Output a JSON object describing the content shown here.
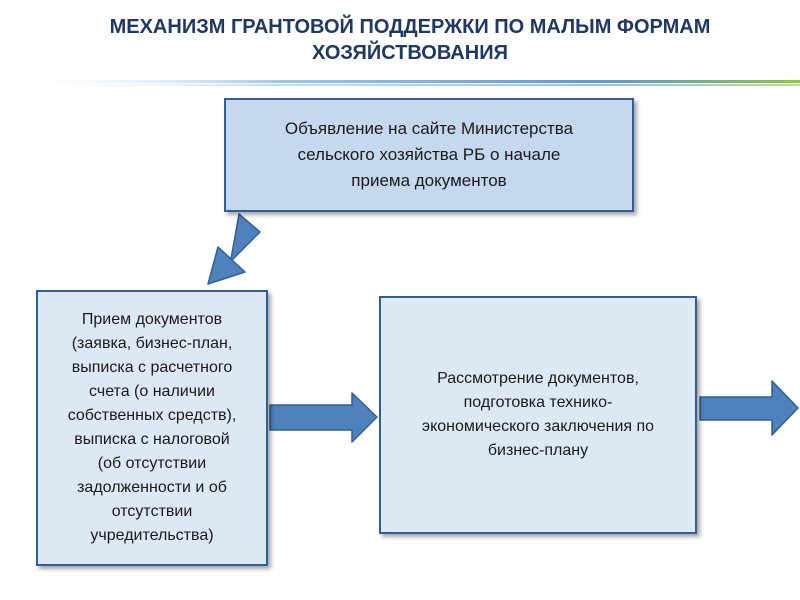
{
  "slide": {
    "title_line1": "МЕХАНИЗМ ГРАНТОВОЙ ПОДДЕРЖКИ ПО МАЛЫМ ФОРМАМ",
    "title_line2": "ХОЗЯЙСТВОВАНИЯ"
  },
  "diagram": {
    "announcement": "Объявление на сайте Министерства\nсельского хозяйства РБ о начале\nприема документов",
    "documents_intake": "Прием документов\n(заявка, бизнес-план,\nвыписка с расчетного\nсчета (о наличии\nсобственных средств),\nвыписка с налоговой\n(об отсутствии\nзадолженности и об\nотсутствии\nучредительства)",
    "review": "Рассмотрение документов,\nподготовка технико-\nэкономического  заключения по\nбизнес-плану"
  },
  "colors": {
    "title": "#1f3864",
    "arrow_fill": "#4f81bd",
    "arrow_stroke": "#2f5f94",
    "box_border": "#2f5f94",
    "top_box_fill": "#c5d8ee",
    "box_fill": "#dde8f5",
    "rule_green": "#8dc63f",
    "rule_blue": "#5b9bd5"
  }
}
